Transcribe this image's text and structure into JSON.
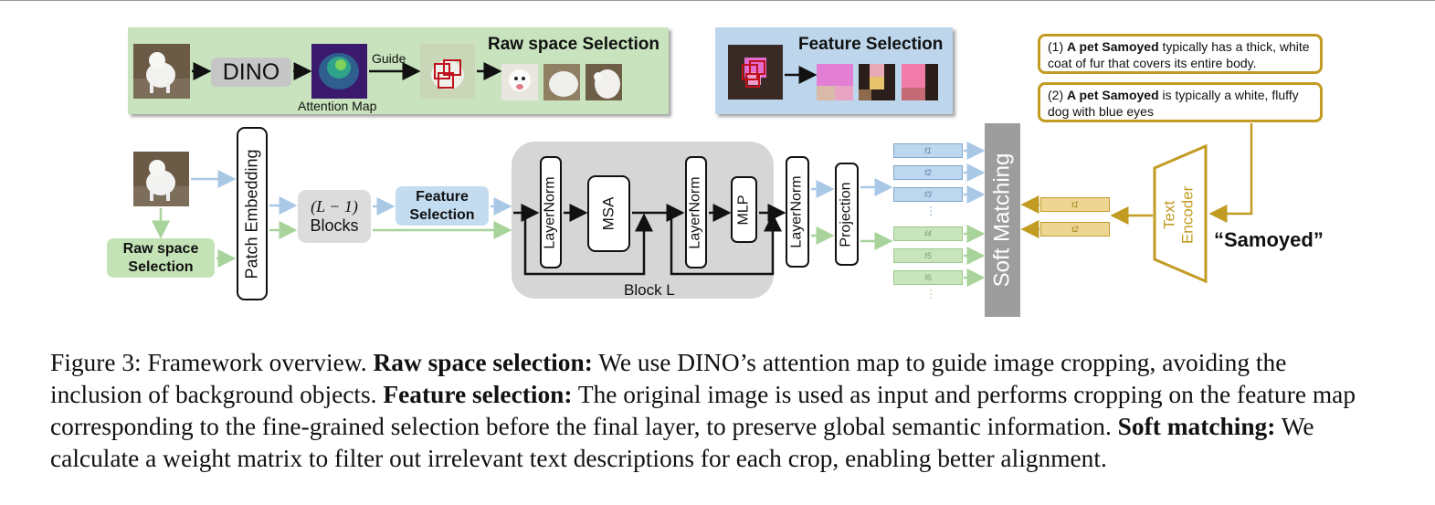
{
  "raw_panel": {
    "title": "Raw space Selection",
    "model": "DINO",
    "guide_label": "Guide",
    "attention_label": "Attention Map"
  },
  "feature_panel": {
    "title": "Feature Selection"
  },
  "pipeline": {
    "patch_embedding": "Patch Embedding",
    "blocks_math": "(L − 1)",
    "blocks_label": "Blocks",
    "feature_selection": "Feature Selection",
    "raw_selection": "Raw space Selection",
    "layernorm_1": "LayerNorm",
    "msa": "MSA",
    "layernorm_2": "LayerNorm",
    "mlp": "MLP",
    "block_label": "Block L",
    "layernorm_3": "LayerNorm",
    "projection": "Projection",
    "soft_matching": "Soft Matching",
    "text_encoder": "Text Encoder",
    "class_name": "“Samoyed”"
  },
  "features": {
    "blue": [
      "f1",
      "f2",
      "f3"
    ],
    "green": [
      "f4",
      "f5",
      "f6"
    ],
    "tokens": [
      "t1",
      "t2"
    ],
    "ellipsis": "⋮"
  },
  "descriptions": [
    {
      "prefix": "(1) ",
      "bold": "A pet Samoyed",
      "rest": " typically has a thick, white coat of fur that covers its entire body."
    },
    {
      "prefix": "(2) ",
      "bold": "A pet Samoyed",
      "rest": " is typically a white, fluffy dog with blue eyes"
    }
  ],
  "caption": {
    "lead": "Figure 3: Framework overview. ",
    "b1": "Raw space selection:",
    "t1": " We use DINO’s attention map to guide image cropping, avoiding the inclusion of background objects. ",
    "b2": "Feature selection:",
    "t2": " The original image is used as input and performs cropping on the feature map corresponding to the fine-grained selection before the final layer, to preserve global semantic information. ",
    "b3": "Soft matching:",
    "t3": " We calculate a weight matrix to filter out irrelevant text descriptions for each crop, enabling better alignment."
  },
  "colors": {
    "green_panel": "#c8e3bd",
    "blue_panel": "#bdd6ec",
    "gold": "#c29b22",
    "blue_arrow": "#a9c8e6",
    "green_arrow": "#a8d39a"
  }
}
